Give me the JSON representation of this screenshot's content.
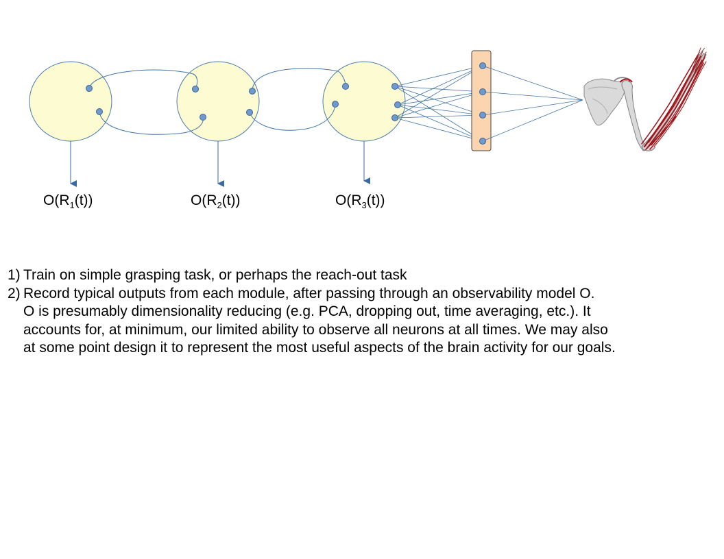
{
  "diagram": {
    "modules": [
      {
        "id": "R1",
        "output_prefix": "O(R",
        "output_sub": "1",
        "output_suffix": "(t))"
      },
      {
        "id": "R2",
        "output_prefix": "O(R",
        "output_sub": "2",
        "output_suffix": "(t))"
      },
      {
        "id": "R3",
        "output_prefix": "O(R",
        "output_sub": "3",
        "output_suffix": "(t))"
      }
    ],
    "output_layer_nodes": 4,
    "effector": "arm-skeleton-with-muscles",
    "colors": {
      "module_fill": "#fcfbd2",
      "module_stroke": "#4a7aad",
      "node_fill": "#6f99cf",
      "node_stroke": "#3a6596",
      "connection": "#3f74a8",
      "arrow": "#3a6aa0",
      "output_layer_fill": "#fbd4b0",
      "output_layer_stroke": "#444444",
      "muscle": "#a3151a",
      "bone": "#dadada"
    }
  },
  "notes": [
    {
      "number": "1)",
      "lines": [
        "Train on simple grasping task, or perhaps the reach-out task"
      ]
    },
    {
      "number": "2)",
      "lines": [
        "Record typical outputs from each module, after passing through an observability model O.",
        "O is presumably dimensionality reducing (e.g. PCA, dropping out, time averaging, etc.). It",
        "accounts for, at minimum, our limited ability to observe all neurons at all times. We may also",
        "at some point design it to represent the most useful aspects of the brain activity for our goals."
      ]
    }
  ]
}
